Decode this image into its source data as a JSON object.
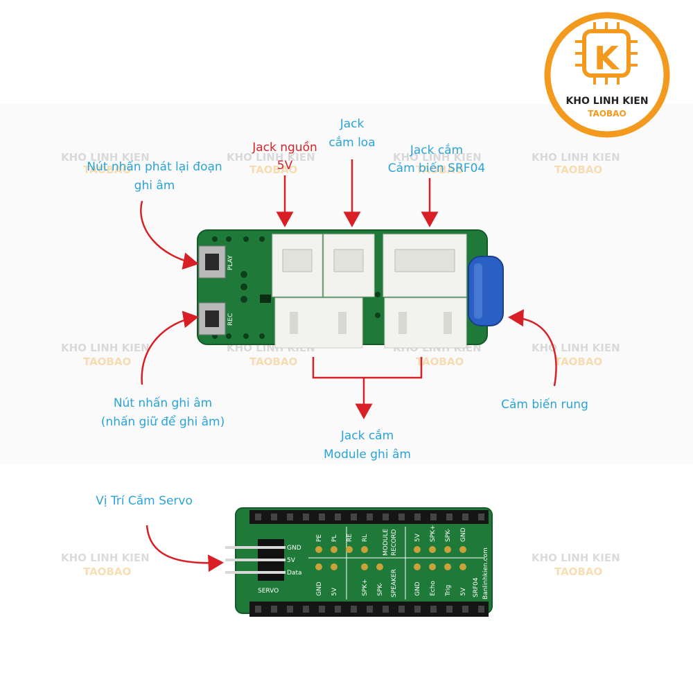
{
  "colors": {
    "label_blue": "#2aa3d8",
    "label_red": "#d6222a",
    "arrow_red": "#d81f26",
    "pcb_green": "#1f7a3a",
    "connector_white": "#f2f2ef",
    "brand_orange": "#f39a1e",
    "vibration_blue": "#2a5fc4"
  },
  "logo": {
    "letter": "K",
    "name": "KHO LINH KIEN",
    "sub": "TAOBAO"
  },
  "watermark": {
    "line1": "KHO LINH KIEN",
    "line2": "TAOBAO"
  },
  "labels": {
    "playback_button": [
      "Nút nhấn phát lại đoạn",
      "ghi âm"
    ],
    "power_jack": [
      "Jack nguồn",
      "5V"
    ],
    "speaker_jack": [
      "Jack",
      "cắm loa"
    ],
    "srf04_jack": [
      "Jack cắm",
      "Cảm biến SRF04"
    ],
    "record_button": [
      "Nút nhấn ghi âm",
      "(nhấn giữ để ghi âm)"
    ],
    "record_module_jack": [
      "Jack cắm",
      "Module ghi âm"
    ],
    "vibration_sensor": [
      "Cảm biến rung"
    ],
    "servo_position": [
      "Vị Trí Cắm Servo"
    ]
  },
  "top_board": {
    "play_text": "PLAY",
    "rec_text": "REC"
  },
  "bottom_board": {
    "servo_pins": [
      "GND",
      "5V",
      "Data"
    ],
    "servo_title": "SERVO",
    "top_row": [
      "PE",
      "PL",
      "RE",
      "RL"
    ],
    "module_record": [
      "MODULE",
      "RECORD"
    ],
    "srf_top": [
      "5V",
      "SPK+",
      "SPK-",
      "GND"
    ],
    "bottom_left": [
      "GND",
      "5V"
    ],
    "speaker_col": [
      "SPK+",
      "SPK-",
      "SPEAKER"
    ],
    "srf_bottom": [
      "GND",
      "Echo",
      "Trig",
      "5V",
      "SRF04"
    ],
    "site": "Banlinhkien.com"
  }
}
